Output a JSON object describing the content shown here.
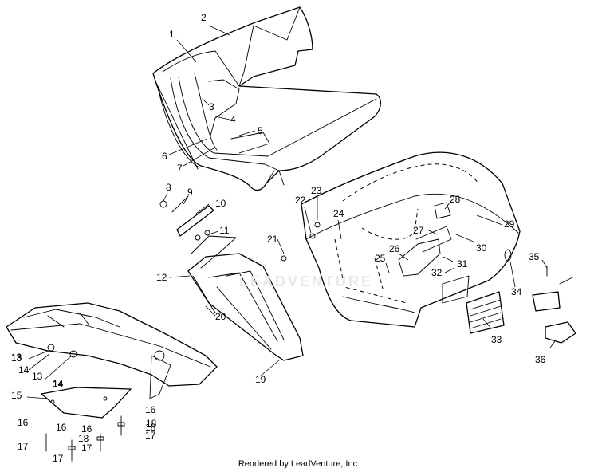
{
  "diagram": {
    "callouts": [
      "1",
      "2",
      "3",
      "4",
      "5",
      "6",
      "7",
      "8",
      "9",
      "10",
      "11",
      "12",
      "13",
      "14",
      "15",
      "16",
      "17",
      "18",
      "19",
      "20",
      "21",
      "22",
      "23",
      "24",
      "25",
      "26",
      "27",
      "28",
      "29",
      "30",
      "31",
      "32",
      "33",
      "34",
      "35",
      "36",
      "13",
      "14",
      "13",
      "14",
      "16",
      "16",
      "16",
      "17",
      "17",
      "17",
      "18",
      "18"
    ],
    "footer": "Rendered by LeadVenture, Inc.",
    "watermark": "LEADVENTURE"
  }
}
